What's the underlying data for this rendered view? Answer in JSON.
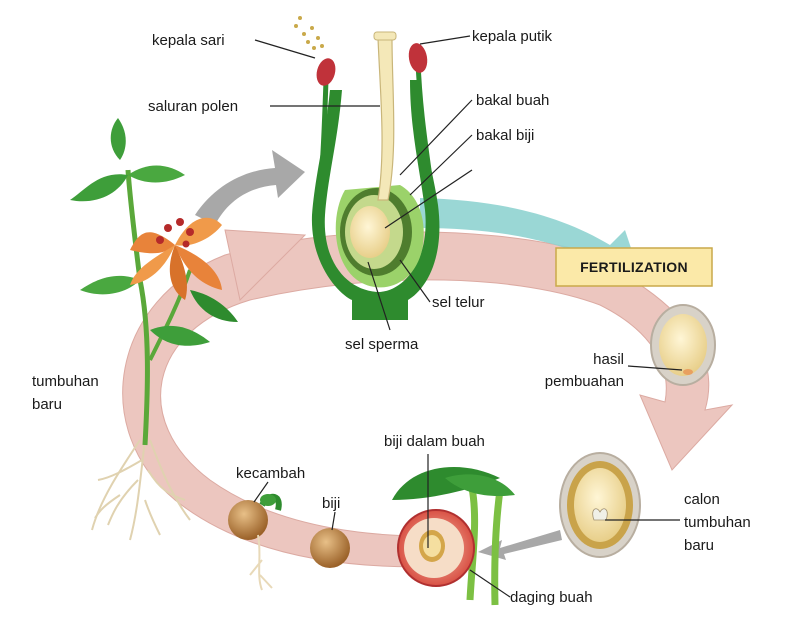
{
  "labels": {
    "anther": "kepala sari",
    "stigma": "kepala putik",
    "pollen_tube": "saluran polen",
    "ovary": "bakal buah",
    "ovule": "bakal biji",
    "egg_cell": "sel telur",
    "sperm_cell": "sel sperma",
    "fertilization": "FERTILIZATION",
    "zygote_line1": "hasil",
    "zygote_line2": "pembuahan",
    "embryo_line1": "calon",
    "embryo_line2": "tumbuhan",
    "embryo_line3": "baru",
    "fruit_flesh": "daging buah",
    "seed_in_fruit": "biji dalam buah",
    "seed": "biji",
    "sprout": "kecambah",
    "new_plant_line1": "tumbuhan",
    "new_plant_line2": "baru"
  },
  "colors": {
    "cycle_arrow": "#ecc6bf",
    "cycle_arrow_edge": "#d99f95",
    "teal_arrow": "#8fd3d0",
    "gray_arrow": "#a8a8a8",
    "badge_fill": "#fbe9a8",
    "badge_stroke": "#c9a94a",
    "green_dark": "#2e8b2e",
    "green_light": "#7cc043",
    "flower_orange": "#e8833a",
    "seed_brown": "#b5803f"
  }
}
